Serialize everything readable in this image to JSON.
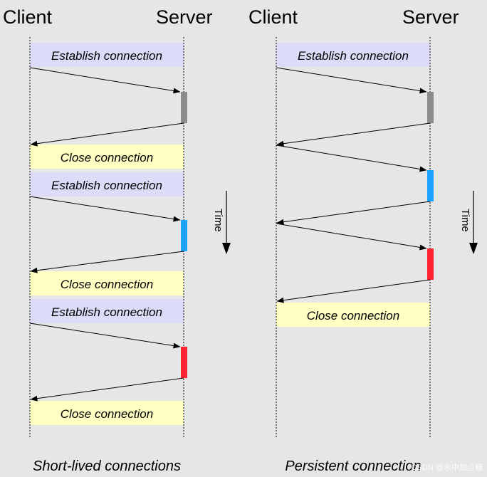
{
  "left_diagram": {
    "client_label": "Client",
    "server_label": "Server",
    "establish_label": "Establish connection",
    "close_label": "Close connection",
    "caption": "Short-lived connections",
    "time_label": "Time"
  },
  "right_diagram": {
    "client_label": "Client",
    "server_label": "Server",
    "establish_label": "Establish connection",
    "close_label": "Close connection",
    "caption": "Persistent connection",
    "time_label": "Time"
  },
  "watermark": "CSDN @水中加点糖",
  "colors": {
    "background": "#e6e6e6",
    "establish_box": "#dcdcf8",
    "close_box": "#ffffc4",
    "request_gray": "#8c8c8c",
    "request_blue": "#1aa3ff",
    "request_red": "#ff2233"
  }
}
